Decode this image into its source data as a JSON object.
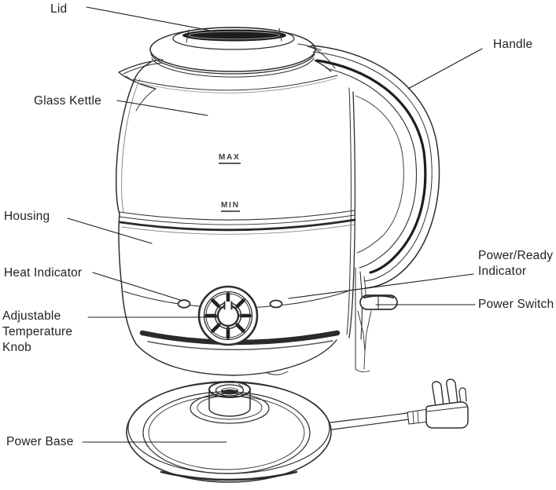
{
  "labels": {
    "lid": "Lid",
    "handle": "Handle",
    "glass_kettle": "Glass Kettle",
    "housing": "Housing",
    "heat_indicator": "Heat Indicator",
    "power_ready_indicator": "Power/Ready Indicator",
    "power_switch": "Power Switch",
    "adjustable_temperature_knob": "Adjustable Temperature Knob",
    "power_base": "Power Base"
  },
  "markings": {
    "max": "MAX",
    "min": "MIN"
  },
  "colors": {
    "line": "#2e2e2e",
    "dark_fill": "#1d1d1f",
    "text": "#231f20",
    "background": "#ffffff"
  }
}
